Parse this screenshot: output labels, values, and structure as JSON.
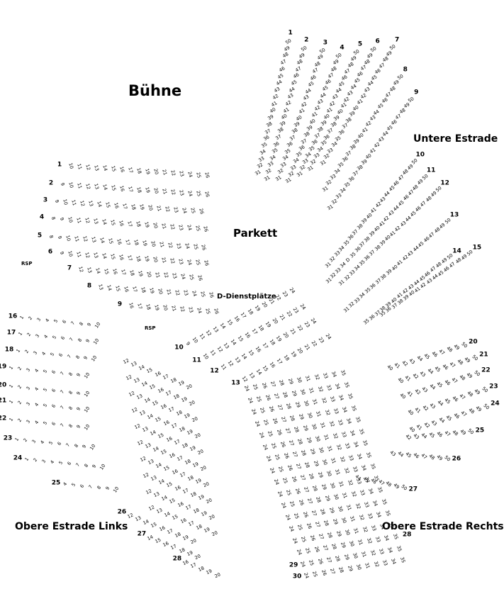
{
  "labels": {
    "buehne": "Bühne",
    "parkett": "Parkett",
    "untere_estrade": "Untere Estrade",
    "obere_estrade_links": "Obere Estrade Links",
    "obere_estrade_rechts": "Obere Estrade Rechts",
    "dienstplaetze": "D-Dienstplätze",
    "rsp_left": "RSP",
    "rsp_center": "RSP"
  },
  "sections": [
    {
      "id": "parkett_main",
      "rows": [
        {
          "label": "1",
          "from": 10,
          "to": 26
        },
        {
          "label": "2",
          "from": 9,
          "to": 26
        },
        {
          "label": "3",
          "from": 9,
          "to": 26
        },
        {
          "label": "4",
          "from": 8,
          "to": 26
        },
        {
          "label": "5",
          "from": 8,
          "to": 26
        },
        {
          "label": "6",
          "from": 9,
          "to": 26
        },
        {
          "label": "7",
          "from": 12,
          "to": 26
        },
        {
          "label": "8",
          "from": 13,
          "to": 26
        },
        {
          "label": "9",
          "from": 16,
          "to": 26
        }
      ]
    },
    {
      "id": "parkett_low",
      "rows": [
        {
          "label": "10",
          "from": 9,
          "to": 24
        },
        {
          "label": "11",
          "from": 10,
          "to": 24
        },
        {
          "label": "12",
          "from": 11,
          "to": 24
        },
        {
          "label": "13",
          "from": 12,
          "to": 24
        }
      ]
    },
    {
      "id": "untere_a",
      "rows": [
        {
          "label": "1",
          "from": 50,
          "to": 31
        },
        {
          "label": "2",
          "from": 50,
          "to": 31
        },
        {
          "label": "3",
          "from": 50,
          "to": 31
        },
        {
          "label": "4",
          "from": 50,
          "to": 31
        },
        {
          "label": "5",
          "from": 50,
          "to": 31
        },
        {
          "label": "6",
          "from": 50,
          "to": 31
        },
        {
          "label": "7",
          "from": 50,
          "to": 31
        },
        {
          "label": "8",
          "from": 50,
          "to": 31
        },
        {
          "label": "9",
          "from": 50,
          "to": 31
        }
      ]
    },
    {
      "id": "untere_b",
      "rows": [
        {
          "label": "10",
          "from": 50,
          "to": 31
        },
        {
          "label": "11",
          "seats": [
            50,
            49,
            48,
            47,
            46,
            45,
            44,
            43,
            42,
            41,
            40,
            39,
            38,
            37,
            36,
            35,
            "D",
            34,
            33,
            32,
            31
          ]
        },
        {
          "label": "12",
          "from": 50,
          "to": 31
        },
        {
          "label": "13",
          "from": 50,
          "to": 31
        },
        {
          "label": "14",
          "from": 50,
          "to": 35
        },
        {
          "label": "15",
          "from": 50,
          "to": 35
        }
      ]
    },
    {
      "id": "links_a",
      "rows": [
        {
          "label": "16",
          "from": 1,
          "to": 10
        },
        {
          "label": "17",
          "from": 1,
          "to": 10
        },
        {
          "label": "18",
          "from": 1,
          "to": 10
        },
        {
          "label": "19",
          "from": 1,
          "to": 10
        },
        {
          "label": "20",
          "from": 1,
          "to": 10
        },
        {
          "label": "21",
          "from": 1,
          "to": 10
        },
        {
          "label": "22",
          "from": 1,
          "to": 10
        },
        {
          "label": "23",
          "from": 1,
          "to": 10
        },
        {
          "label": "24",
          "from": 1,
          "to": 10
        },
        {
          "label": "25",
          "from": 4,
          "to": 10
        }
      ]
    },
    {
      "id": "links_b",
      "rows": [
        {
          "label": "",
          "from": 12,
          "to": 20
        },
        {
          "label": "",
          "from": 12,
          "to": 20
        },
        {
          "label": "",
          "from": 12,
          "to": 20
        },
        {
          "label": "",
          "from": 12,
          "to": 20
        },
        {
          "label": "",
          "from": 12,
          "to": 20
        },
        {
          "label": "",
          "from": 12,
          "to": 20
        },
        {
          "label": "",
          "from": 12,
          "to": 20
        },
        {
          "label": "",
          "from": 12,
          "to": 20
        },
        {
          "label": "",
          "from": 12,
          "to": 20
        },
        {
          "label": "",
          "from": 12,
          "to": 20
        },
        {
          "label": "26",
          "from": 12,
          "to": 20
        },
        {
          "label": "27",
          "from": 14,
          "to": 20
        },
        {
          "label": "28",
          "from": 16,
          "to": 20
        }
      ]
    },
    {
      "id": "parkett_bottom",
      "rows": [
        {
          "label": "",
          "from": 24,
          "to": 35
        },
        {
          "label": "",
          "from": 24,
          "to": 35
        },
        {
          "label": "",
          "from": 24,
          "to": 35
        },
        {
          "label": "",
          "from": 24,
          "to": 35
        },
        {
          "label": "",
          "from": 24,
          "to": 35
        },
        {
          "label": "",
          "from": 24,
          "to": 35
        },
        {
          "label": "",
          "from": 24,
          "to": 35
        },
        {
          "label": "",
          "from": 24,
          "to": 35
        },
        {
          "label": "",
          "from": 24,
          "to": 35
        },
        {
          "label": "",
          "from": 24,
          "to": 35
        },
        {
          "label": "",
          "from": 24,
          "to": 35
        },
        {
          "label": "",
          "from": 24,
          "to": 35
        },
        {
          "label": "",
          "from": 24,
          "to": 35
        },
        {
          "label": "",
          "from": 24,
          "to": 35
        },
        {
          "label": "28",
          "from": 24,
          "to": 35
        },
        {
          "label": "29",
          "from": 24,
          "to": 35
        },
        {
          "label": "30",
          "from": 24,
          "to": 35
        }
      ]
    },
    {
      "id": "rechts",
      "rows": [
        {
          "label": "20",
          "from": 50,
          "to": 40
        },
        {
          "label": "21",
          "from": 50,
          "to": 40
        },
        {
          "label": "22",
          "from": 50,
          "to": 40
        },
        {
          "label": "23",
          "from": 50,
          "to": 40
        },
        {
          "label": "24",
          "from": 50,
          "to": 40
        },
        {
          "label": "25",
          "from": 50,
          "to": 42
        },
        {
          "label": "26",
          "from": 50,
          "to": 43
        },
        {
          "label": "27",
          "from": 50,
          "to": 44
        }
      ]
    }
  ]
}
